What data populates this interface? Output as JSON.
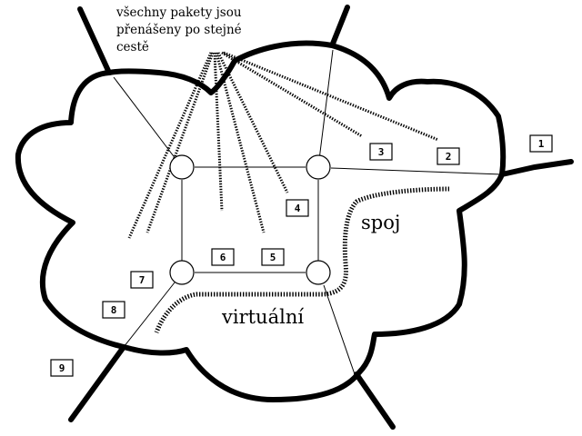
{
  "caption": {
    "lines": [
      "všechny pakety jsou",
      "přenášeny po stejné",
      "cestě"
    ]
  },
  "labels": {
    "spoj": "spoj",
    "virtualni": "virtuální"
  },
  "boxes": [
    "1",
    "2",
    "3",
    "4",
    "5",
    "6",
    "7",
    "8",
    "9"
  ],
  "colors": {
    "ink": "#000000",
    "background": "#ffffff"
  }
}
